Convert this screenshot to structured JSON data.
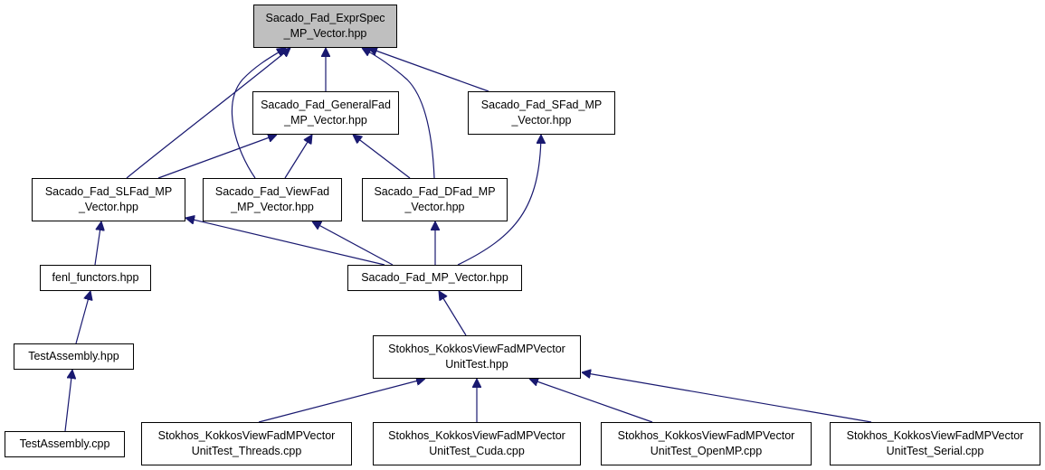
{
  "colors": {
    "edge": "#191970",
    "root_fill": "#bfbfbf",
    "node_fill": "#ffffff",
    "border": "#000000"
  },
  "nodes": [
    {
      "id": "exprspec",
      "lines": [
        "Sacado_Fad_ExprSpec",
        "_MP_Vector.hpp"
      ],
      "root": true
    },
    {
      "id": "generalfad",
      "lines": [
        "Sacado_Fad_GeneralFad",
        "_MP_Vector.hpp"
      ]
    },
    {
      "id": "sfad",
      "lines": [
        "Sacado_Fad_SFad_MP",
        "_Vector.hpp"
      ]
    },
    {
      "id": "slfad",
      "lines": [
        "Sacado_Fad_SLFad_MP",
        "_Vector.hpp"
      ]
    },
    {
      "id": "viewfad",
      "lines": [
        "Sacado_Fad_ViewFad",
        "_MP_Vector.hpp"
      ]
    },
    {
      "id": "dfad",
      "lines": [
        "Sacado_Fad_DFad_MP",
        "_Vector.hpp"
      ]
    },
    {
      "id": "fenl",
      "lines": [
        "fenl_functors.hpp"
      ]
    },
    {
      "id": "mpvector",
      "lines": [
        "Sacado_Fad_MP_Vector.hpp"
      ]
    },
    {
      "id": "testasmhpp",
      "lines": [
        "TestAssembly.hpp"
      ]
    },
    {
      "id": "unittest",
      "lines": [
        "Stokhos_KokkosViewFadMPVector",
        "UnitTest.hpp"
      ]
    },
    {
      "id": "testasmcpp",
      "lines": [
        "TestAssembly.cpp"
      ]
    },
    {
      "id": "threads",
      "lines": [
        "Stokhos_KokkosViewFadMPVector",
        "UnitTest_Threads.cpp"
      ]
    },
    {
      "id": "cuda",
      "lines": [
        "Stokhos_KokkosViewFadMPVector",
        "UnitTest_Cuda.cpp"
      ]
    },
    {
      "id": "openmp",
      "lines": [
        "Stokhos_KokkosViewFadMPVector",
        "UnitTest_OpenMP.cpp"
      ]
    },
    {
      "id": "serial",
      "lines": [
        "Stokhos_KokkosViewFadMPVector",
        "UnitTest_Serial.cpp"
      ]
    }
  ],
  "edges": [
    {
      "from": "generalfad",
      "to": "exprspec"
    },
    {
      "from": "sfad",
      "to": "exprspec"
    },
    {
      "from": "slfad",
      "to": "exprspec"
    },
    {
      "from": "viewfad",
      "to": "exprspec"
    },
    {
      "from": "dfad",
      "to": "exprspec"
    },
    {
      "from": "slfad",
      "to": "generalfad"
    },
    {
      "from": "viewfad",
      "to": "generalfad"
    },
    {
      "from": "dfad",
      "to": "generalfad"
    },
    {
      "from": "fenl",
      "to": "slfad"
    },
    {
      "from": "mpvector",
      "to": "slfad"
    },
    {
      "from": "mpvector",
      "to": "viewfad"
    },
    {
      "from": "mpvector",
      "to": "dfad"
    },
    {
      "from": "mpvector",
      "to": "sfad"
    },
    {
      "from": "testasmhpp",
      "to": "fenl"
    },
    {
      "from": "unittest",
      "to": "mpvector"
    },
    {
      "from": "testasmcpp",
      "to": "testasmhpp"
    },
    {
      "from": "threads",
      "to": "unittest"
    },
    {
      "from": "cuda",
      "to": "unittest"
    },
    {
      "from": "openmp",
      "to": "unittest"
    },
    {
      "from": "serial",
      "to": "unittest"
    }
  ]
}
